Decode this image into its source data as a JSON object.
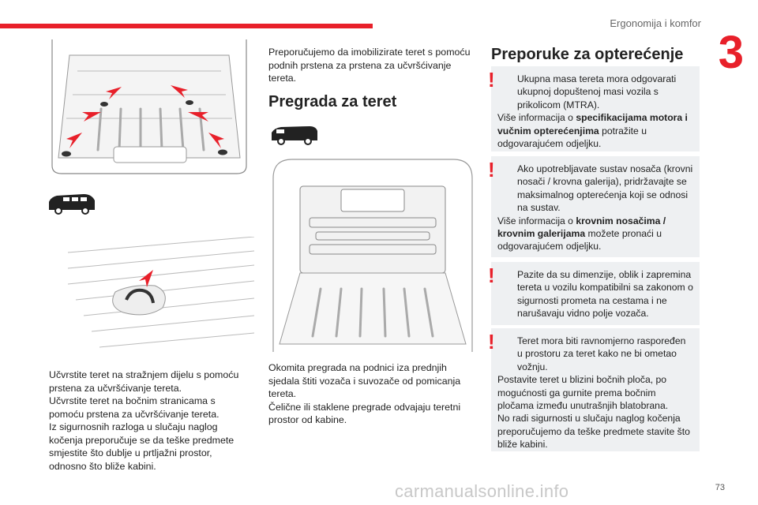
{
  "header": {
    "section_title": "Ergonomija i komfor",
    "chapter_number": "3"
  },
  "left": {
    "paragraphs": [
      "Učvrstite teret na stražnjem dijelu s pomoću prstena za učvršćivanje tereta.",
      "Učvrstite teret na bočnim stranicama s pomoću prstena za učvršćivanje tereta.",
      "Iz sigurnosnih razloga u slučaju naglog kočenja preporučuje se da teške predmete smjestite što dublje u prtljažni prostor, odnosno što bliže kabini."
    ]
  },
  "middle": {
    "intro": "Preporučujemo da imobilizirate teret s pomoću podnih prstena za prstena za učvršćivanje tereta.",
    "heading": "Pregrada za teret",
    "paragraphs": [
      "Okomita pregrada na podnici iza prednjih sjedala štiti vozača i suvozače od pomicanja tereta.",
      "Čelične ili staklene pregrade odvajaju teretni prostor od kabine."
    ]
  },
  "right": {
    "heading": "Preporuke za opterećenje",
    "warnings": [
      {
        "lines": [
          {
            "t": "Ukupna masa tereta mora odgovarati ukupnoj dopuštenoj masi vozila s prikolicom (MTRA)."
          },
          {
            "pre": "Više informacija o ",
            "b": "specifikacijama motora i vučnim opterećenjima",
            "post": " potražite u odgovarajućem odjeljku."
          }
        ]
      },
      {
        "lines": [
          {
            "t": "Ako upotrebljavate sustav nosača (krovni nosači / krovna galerija), pridržavajte se maksimalnog opterećenja koji se odnosi na sustav."
          },
          {
            "pre": "Više informacija o ",
            "b": "krovnim nosačima / krovnim galerijama",
            "post": " možete pronaći u odgovarajućem odjeljku."
          }
        ]
      },
      {
        "lines": [
          {
            "t": "Pazite da su dimenzije, oblik i zapremina tereta u vozilu kompatibilni sa zakonom o sigurnosti prometa na cestama i ne narušavaju vidno polje vozača."
          }
        ]
      },
      {
        "lines": [
          {
            "t": "Teret mora biti ravnomjerno raspoređen u prostoru za teret kako ne bi ometao vožnju."
          },
          {
            "t": "Postavite teret u blizini bočnih ploča, po mogućnosti ga gurnite prema bočnim pločama između unutrašnjih blatobrana."
          },
          {
            "t": "No radi sigurnosti u slučaju naglog kočenja preporučujemo da teške predmete stavite što bliže kabini."
          }
        ]
      }
    ]
  },
  "footer": {
    "page_number": "73",
    "watermark": "carmanualsonline.info"
  }
}
